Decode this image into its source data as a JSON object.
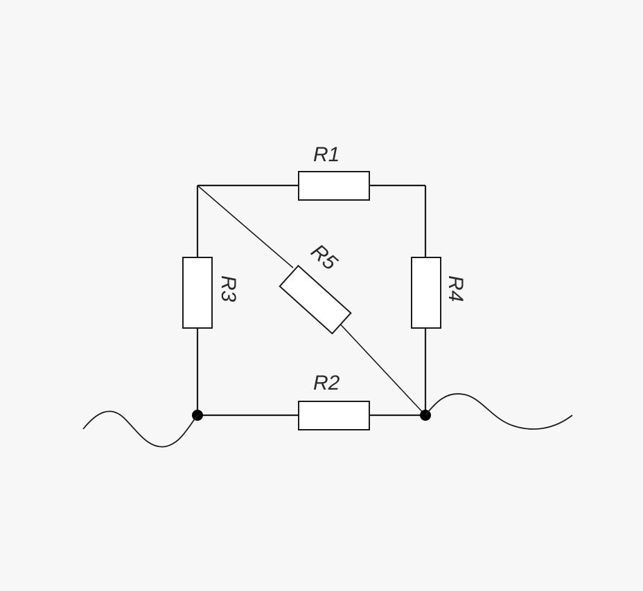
{
  "diagram": {
    "resistors": {
      "r1": "R1",
      "r2": "R2",
      "r3": "R3",
      "r4": "R4",
      "r5": "R5"
    },
    "colors": {
      "background": "#f4f4f4",
      "line": "#1a1a1a",
      "node": "#000000"
    }
  }
}
